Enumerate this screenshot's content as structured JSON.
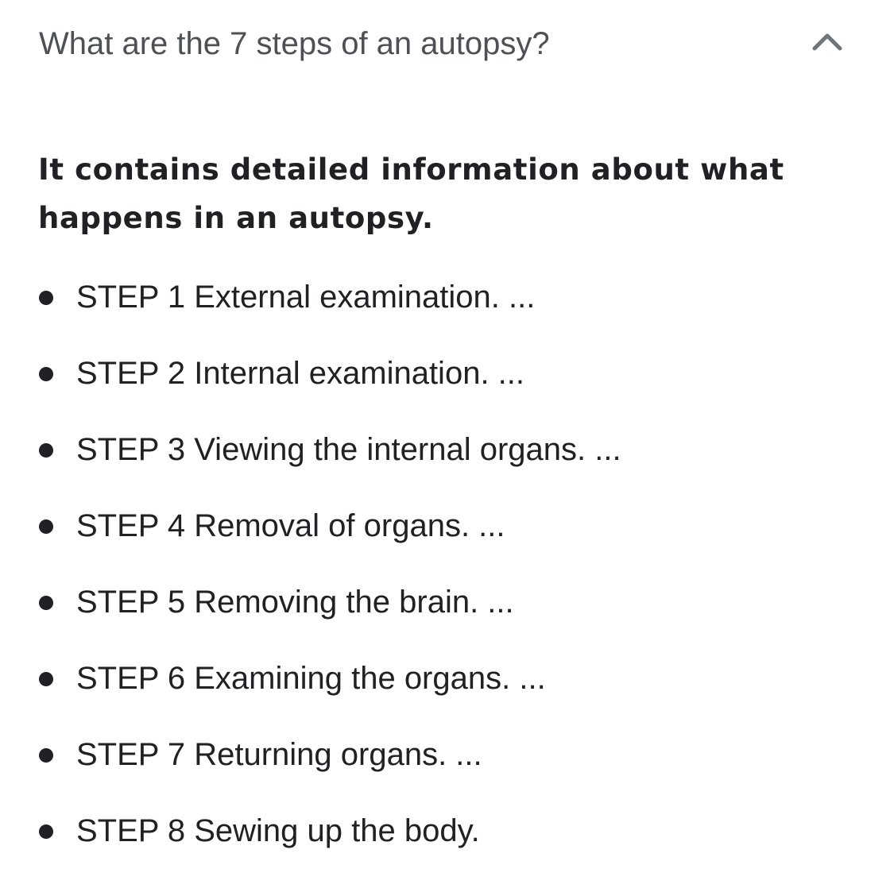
{
  "question": {
    "text": "What are the 7 steps of an autopsy?",
    "toggle_icon": "chevron-up-icon",
    "expanded": true
  },
  "answer": {
    "summary": "It contains detailed information about what happens in an autopsy."
  },
  "steps": [
    "STEP 1 External examination. ...",
    "STEP 2 Internal examination. ...",
    "STEP 3 Viewing the internal organs. ...",
    "STEP 4 Removal of organs. ...",
    "STEP 5 Removing the brain. ...",
    "STEP 6 Examining the organs. ...",
    "STEP 7 Returning organs. ...",
    "STEP 8 Sewing up the body."
  ],
  "colors": {
    "question_text": "#4d5156",
    "body_text": "#202124",
    "chevron": "#70757a",
    "background": "#ffffff"
  }
}
